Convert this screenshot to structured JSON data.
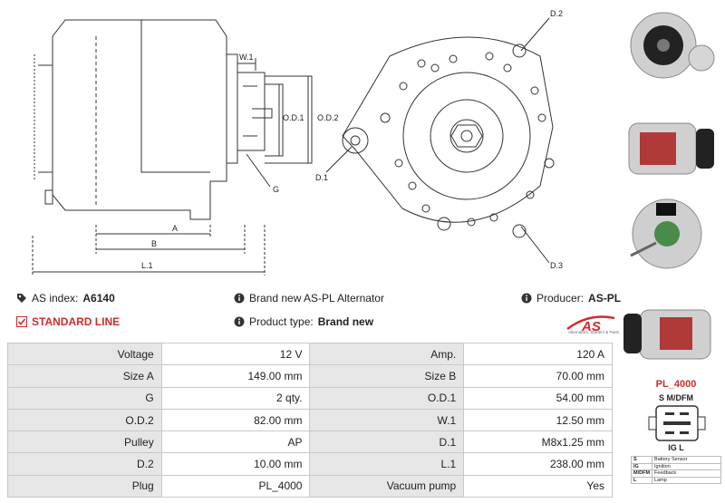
{
  "drawing": {
    "labels": {
      "w1": "W.1",
      "od1": "O.D.1",
      "od2": "O.D.2",
      "g": "G",
      "a": "A",
      "b": "B",
      "l1": "L.1",
      "d1": "D.1",
      "d2": "D.2",
      "d3": "D.3"
    }
  },
  "info": {
    "as_index_label": "AS index:",
    "as_index_value": "A6140",
    "standard_line": "STANDARD LINE",
    "brand_new_text": "Brand new AS-PL Alternator",
    "product_type_label": "Product type:",
    "product_type_value": "Brand new",
    "producer_label": "Producer:",
    "producer_value": "AS-PL"
  },
  "logo": {
    "text": "AS",
    "tagline": "Alternators, Starters & Parts"
  },
  "specs": [
    {
      "l1": "Voltage",
      "v1": "12 V",
      "l2": "Amp.",
      "v2": "120 A"
    },
    {
      "l1": "Size A",
      "v1": "149.00 mm",
      "l2": "Size B",
      "v2": "70.00 mm"
    },
    {
      "l1": "G",
      "v1": "2 qty.",
      "l2": "O.D.1",
      "v2": "54.00 mm"
    },
    {
      "l1": "O.D.2",
      "v1": "82.00 mm",
      "l2": "W.1",
      "v2": "12.50 mm"
    },
    {
      "l1": "Pulley",
      "v1": "AP",
      "l2": "D.1",
      "v2": "M8x1.25 mm"
    },
    {
      "l1": "D.2",
      "v1": "10.00 mm",
      "l2": "L.1",
      "v2": "238.00 mm"
    },
    {
      "l1": "Plug",
      "v1": "PL_4000",
      "l2": "Vacuum pump",
      "v2": "Yes"
    }
  ],
  "plug": {
    "title": "PL_4000",
    "pins_top": "S  M/DFM",
    "pins_bottom": "IG   L",
    "legend": [
      {
        "k": "S",
        "v": "Battery Sensor"
      },
      {
        "k": "IG",
        "v": "Ignition"
      },
      {
        "k": "M/DFM",
        "v": "Feedback"
      },
      {
        "k": "L",
        "v": "Lamp"
      }
    ]
  },
  "colors": {
    "accent": "#d22a2a",
    "label_bg": "#e6e6e6",
    "border": "#c8c8c8"
  }
}
